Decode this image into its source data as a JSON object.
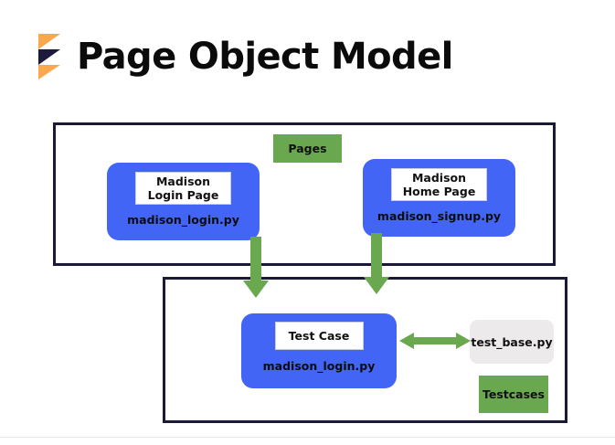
{
  "slide": {
    "title": "Page Object Model",
    "logo_icon": "zigzag-chevron-logo",
    "background_color": "#ffffff"
  },
  "colors": {
    "module_blue": "#4365f6",
    "tag_green": "#6aa84f",
    "frame_navy": "#1a1a36",
    "base_gray": "#eceaea",
    "logo_orange": "#f9a84d",
    "logo_navy": "#1d1b3c",
    "arrow_green": "#6aa84f"
  },
  "diagram": {
    "pages_section": {
      "tag_label": "Pages",
      "modules": [
        {
          "title_line1": "Madison",
          "title_line2": "Login Page",
          "file": "madison_login.py"
        },
        {
          "title_line1": "Madison",
          "title_line2": "Home Page",
          "file": "madison_signup.py"
        }
      ]
    },
    "testcases_section": {
      "tag_label": "Testcases",
      "modules": [
        {
          "title_line1": "Test Case",
          "title_line2": "",
          "file": "madison_login.py"
        }
      ],
      "base_box": {
        "label": "test_base.py"
      }
    },
    "arrows": [
      {
        "name": "login-page-to-testcase",
        "direction": "down"
      },
      {
        "name": "home-page-to-testcase",
        "direction": "down"
      },
      {
        "name": "testcase-to-test-base",
        "direction": "bidirectional"
      }
    ]
  }
}
